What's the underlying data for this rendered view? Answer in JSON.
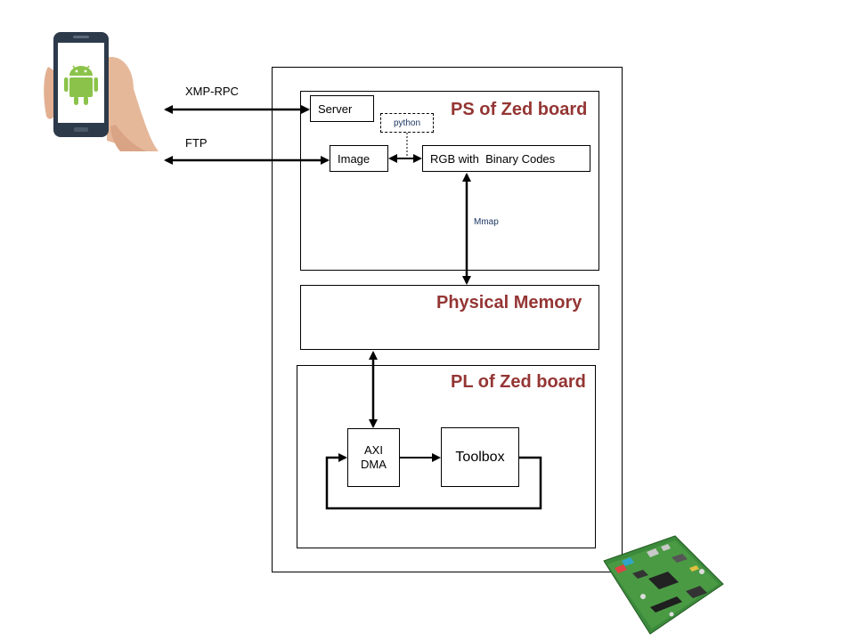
{
  "links": {
    "xmp_rpc_label": "XMP-RPC",
    "ftp_label": "FTP",
    "python_label": "python",
    "mmap_label": "Mmap"
  },
  "ps": {
    "title": "PS of Zed board",
    "server_label": "Server",
    "image_label": "Image",
    "rgb_label": "RGB with  Binary Codes"
  },
  "memory": {
    "title": "Physical Memory"
  },
  "pl": {
    "title": "PL of Zed board",
    "axi_line1": "AXI",
    "axi_line2": "DMA",
    "toolbox_label": "Toolbox"
  },
  "colors": {
    "title_red": "#943634",
    "label_blue": "#1f3864",
    "android_green": "#8bc34a",
    "board_green": "#3c8a3c"
  },
  "icons": {
    "phone": "android-phone-in-hand-icon",
    "board": "zed-board-icon"
  }
}
